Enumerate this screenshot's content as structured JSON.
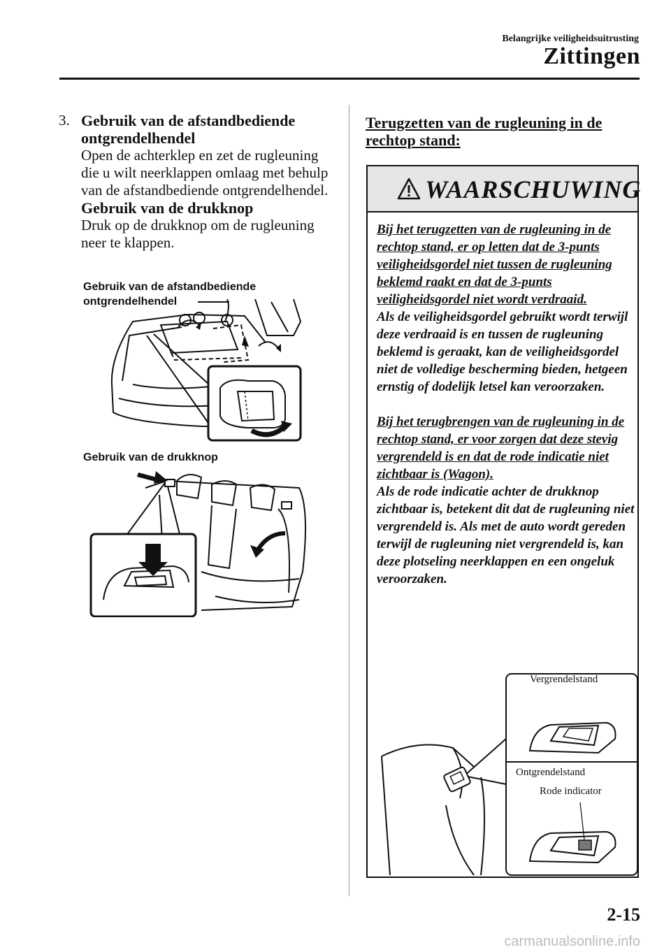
{
  "header": {
    "section_label": "Belangrijke veiligheidsuitrusting",
    "section_title": "Zittingen"
  },
  "step": {
    "number": "3.",
    "heading1": "Gebruik van de afstandbediende ontgrendelhendel",
    "text1": "Open de achterklep en zet de rugleuning die u wilt neerklappen omlaag met behulp van de afstandbediende ontgrendelhendel.",
    "heading2": "Gebruik van de drukknop",
    "text2": "Druk op de drukknop om de rugleuning neer te klappen."
  },
  "figure1": {
    "label": "Gebruik van de afstandbediende ontgrendelhendel"
  },
  "figure2": {
    "label": "Gebruik van de drukknop"
  },
  "right": {
    "heading": "Terugzetten van de rugleuning in de rechtop stand:"
  },
  "warning": {
    "title": "WAARSCHUWING",
    "p1_underlined": "Bij het terugzetten van de rugleuning in de rechtop stand, er op letten dat de 3-punts veiligheidsgordel niet tussen de rugleuning beklemd raakt en dat de 3-punts veiligheidsgordel niet wordt verdraaid.",
    "p1_text": "Als de veiligheidsgordel gebruikt wordt terwijl deze verdraaid is en tussen de rugleuning beklemd is geraakt, kan de veiligheidsgordel niet de volledige bescherming bieden, hetgeen ernstig of dodelijk letsel kan veroorzaken.",
    "p2_underlined": "Bij het terugbrengen van de rugleuning in de rechtop stand, er voor zorgen dat deze stevig vergrendeld is en dat de rode indicatie niet zichtbaar is (Wagon).",
    "p2_text": "Als de rode indicatie achter de drukknop zichtbaar is, betekent dit dat de rugleuning niet vergrendeld is. Als met de auto wordt gereden terwijl de rugleuning niet vergrendeld is, kan deze plotseling neerklappen en een ongeluk veroorzaken."
  },
  "figure3": {
    "locked_label": "Vergrendelstand",
    "unlocked_label": "Ontgrendelstand",
    "indicator_label": "Rode indicator"
  },
  "footer": {
    "page_number": "2-15",
    "watermark": "carmanualsonline.info"
  }
}
